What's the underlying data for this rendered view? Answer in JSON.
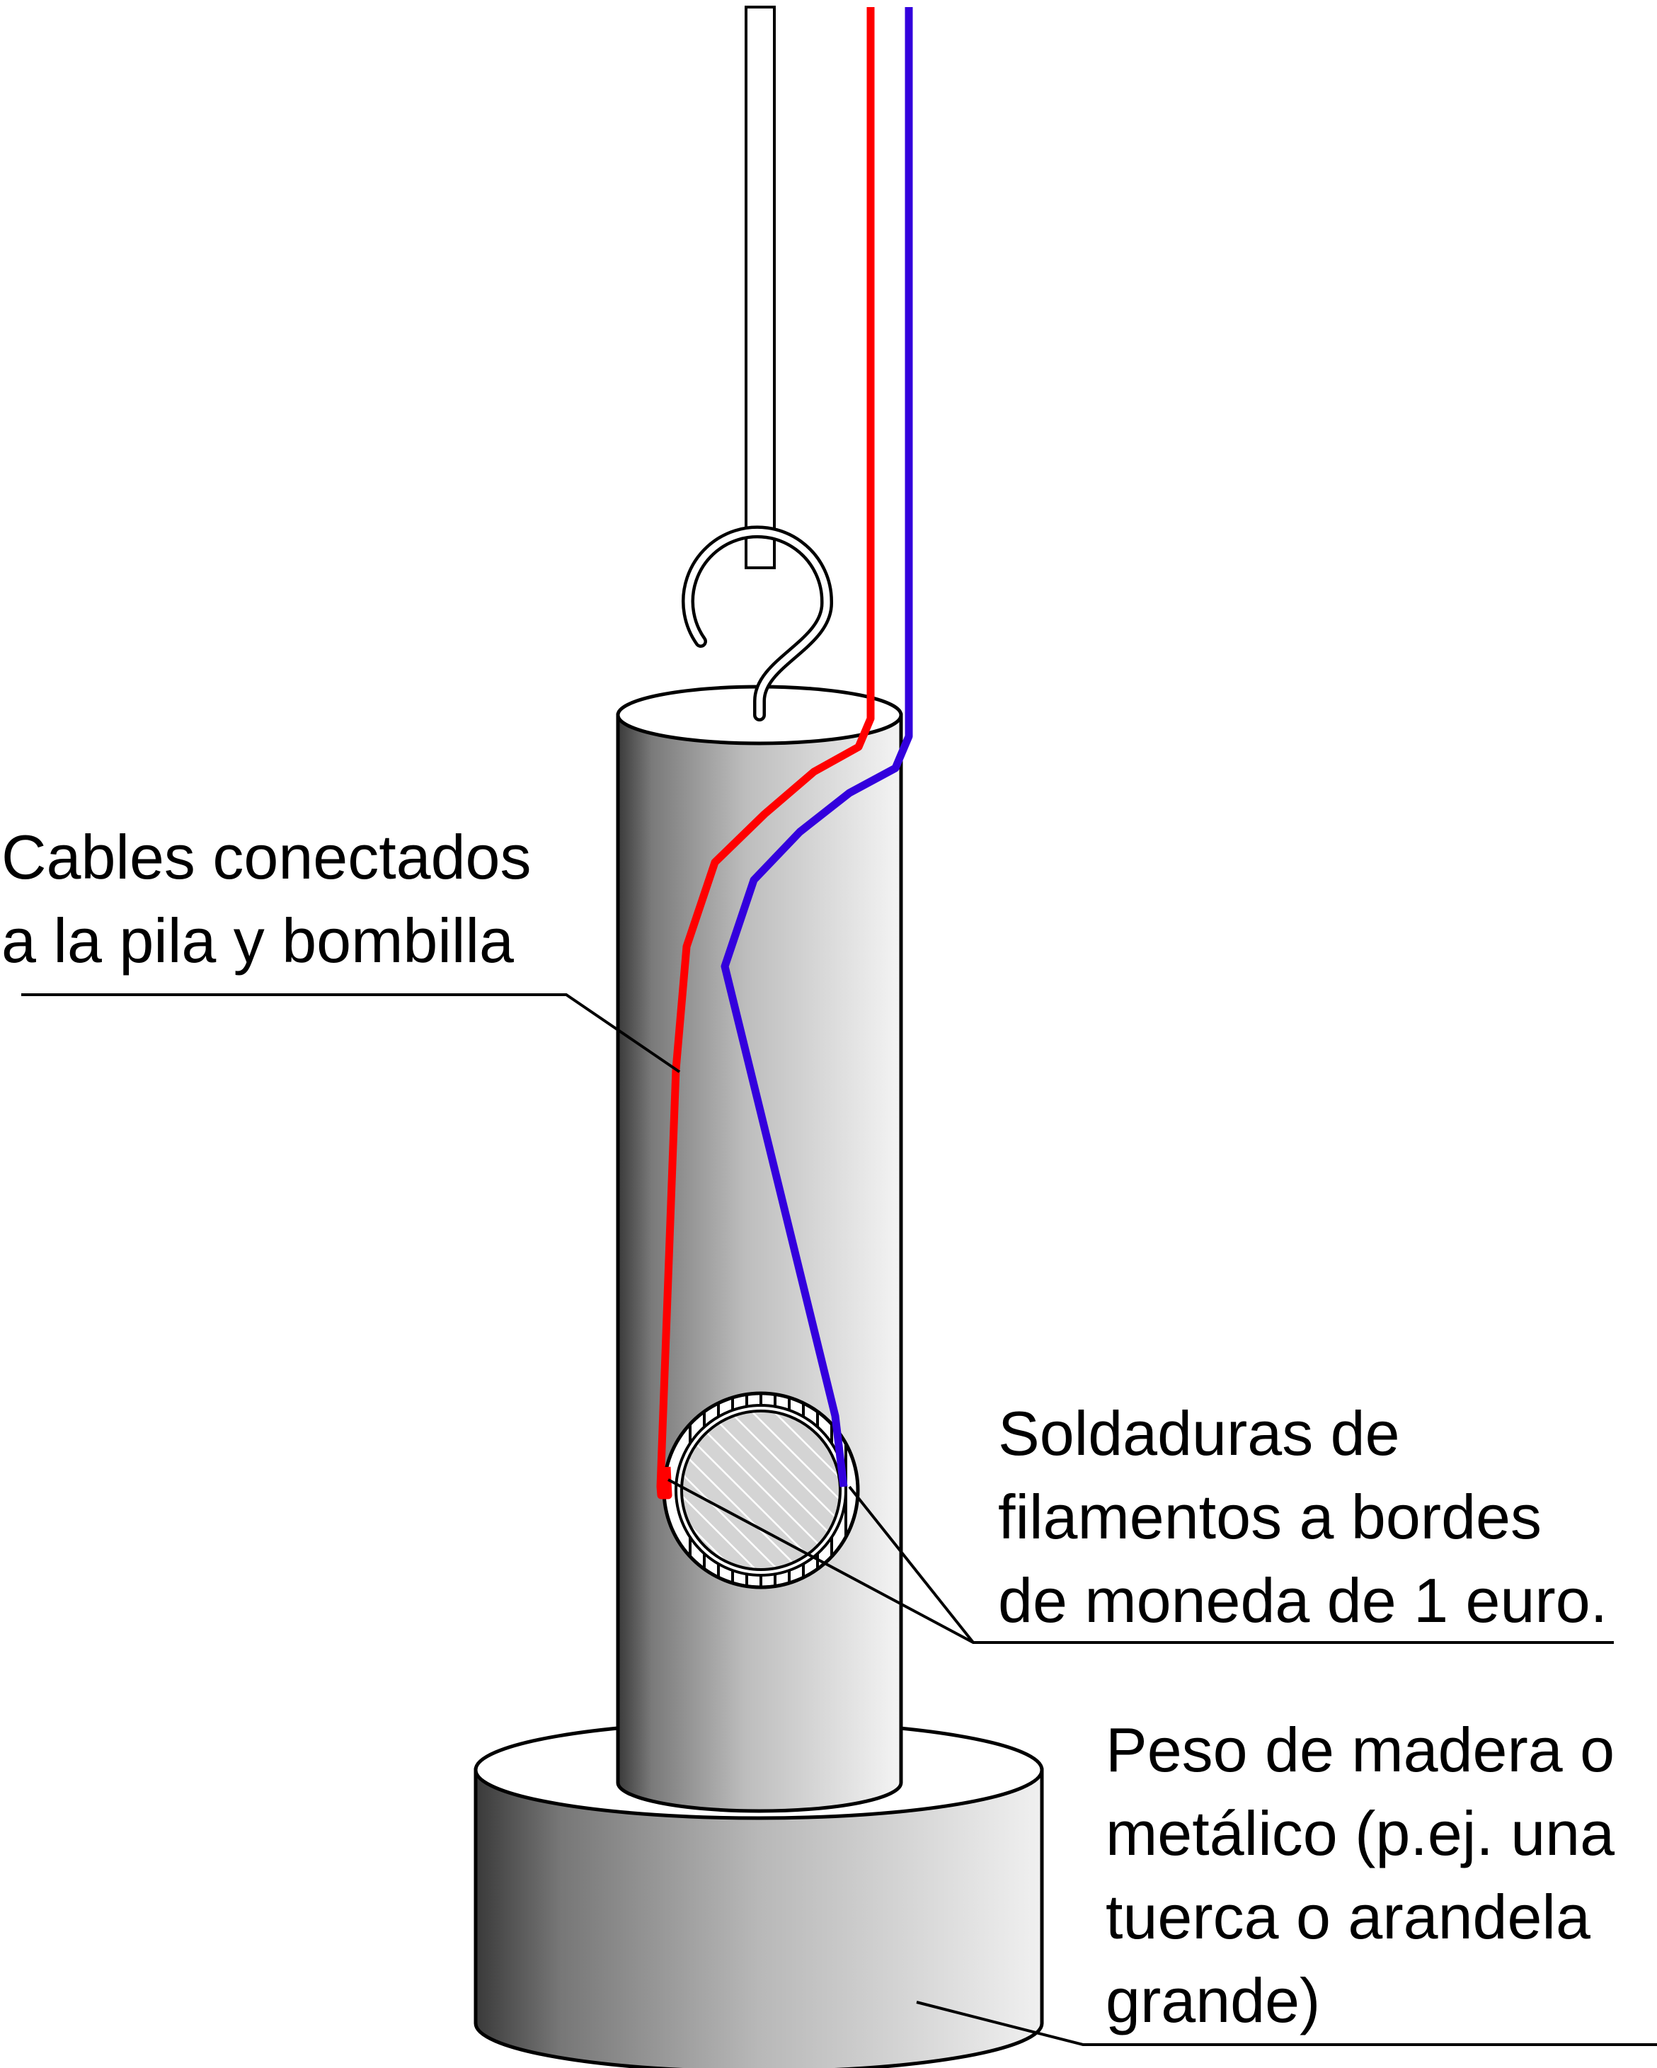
{
  "colors": {
    "red_wire": "#ff0000",
    "blue_wire": "#3300dd",
    "outline": "#000000",
    "metal_dark": "#3a3a3a",
    "metal_light": "#f4f4f4"
  },
  "labels": {
    "cables": [
      "Cables conectados",
      "a la pila y bombilla"
    ],
    "soldaduras": [
      "Soldaduras de",
      "filamentos a bordes",
      "de moneda de 1 euro."
    ],
    "peso": [
      "Peso de madera o",
      "metálico (p.ej. una",
      "tuerca o arandela",
      "grande)"
    ]
  }
}
